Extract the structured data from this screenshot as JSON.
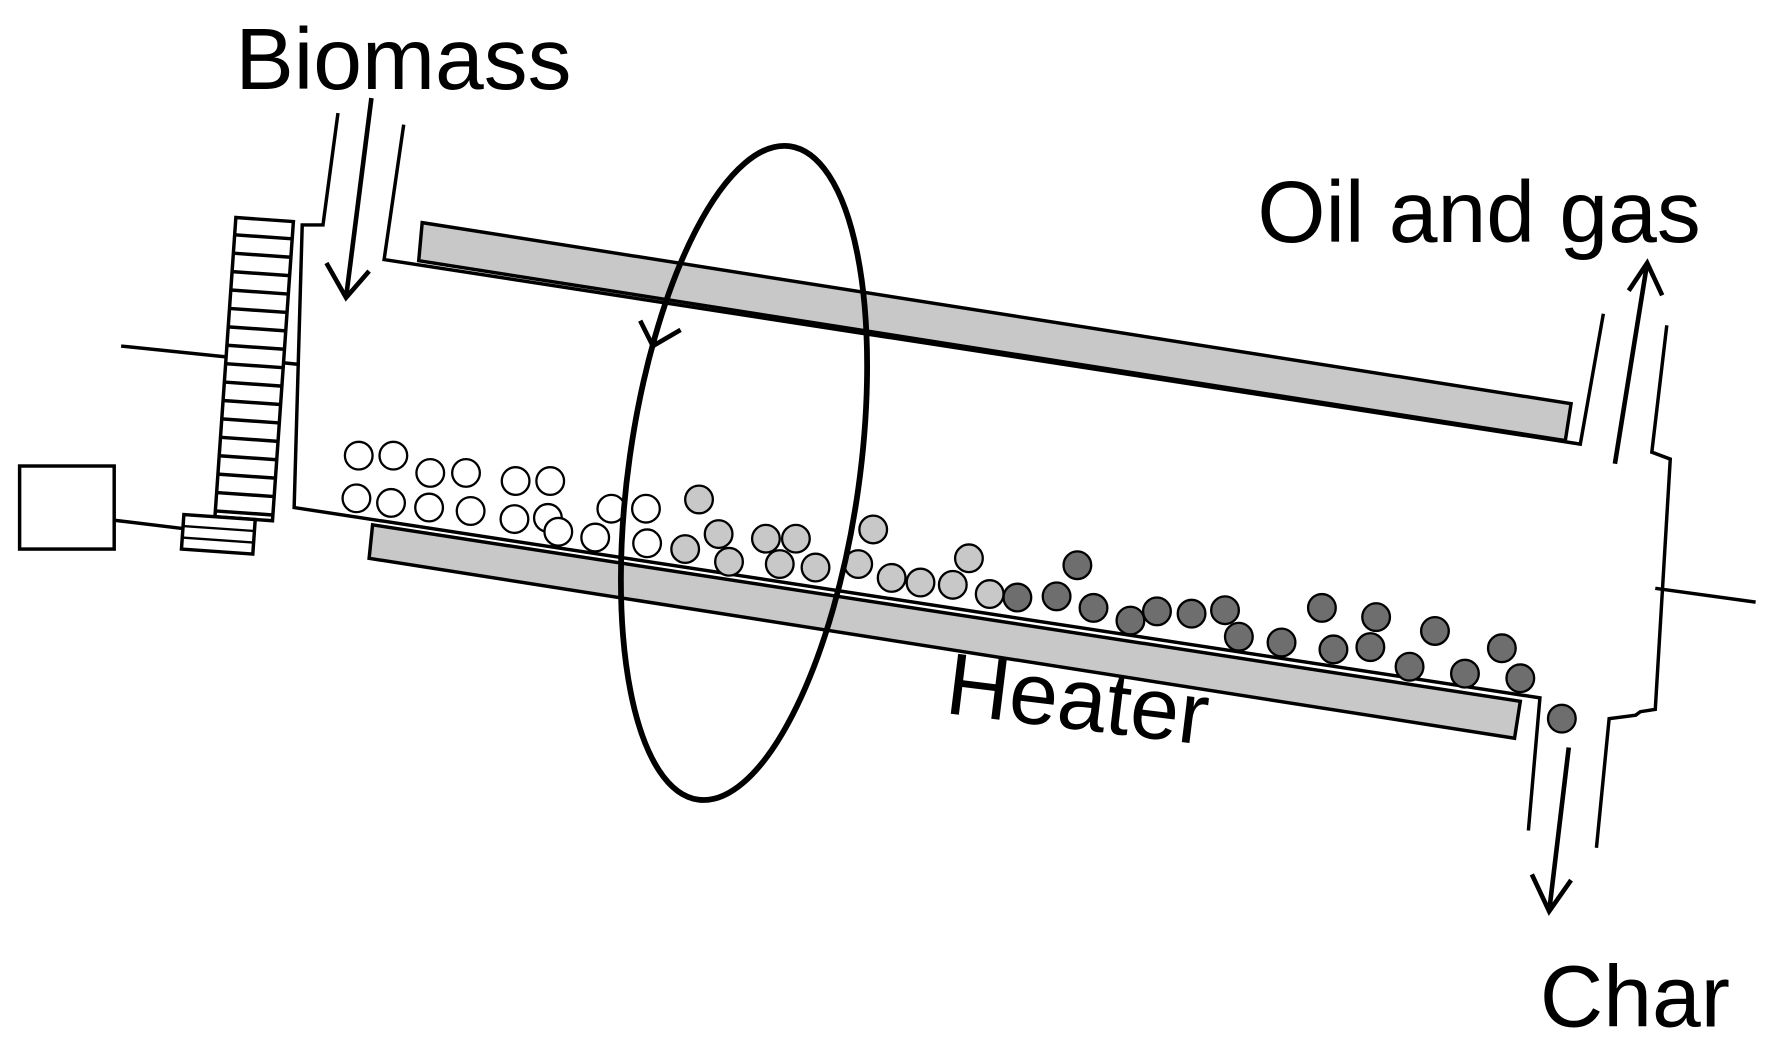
{
  "labels": {
    "biomass": "Biomass",
    "oil_and_gas": "Oil and gas",
    "heater": "Heater",
    "char": "Char"
  },
  "colors": {
    "line": "#000000",
    "heater_fill": "#c8c8c8",
    "particle_raw": "#ffffff",
    "particle_partial": "#c8c8c8",
    "particle_char": "#6e6e6e"
  }
}
